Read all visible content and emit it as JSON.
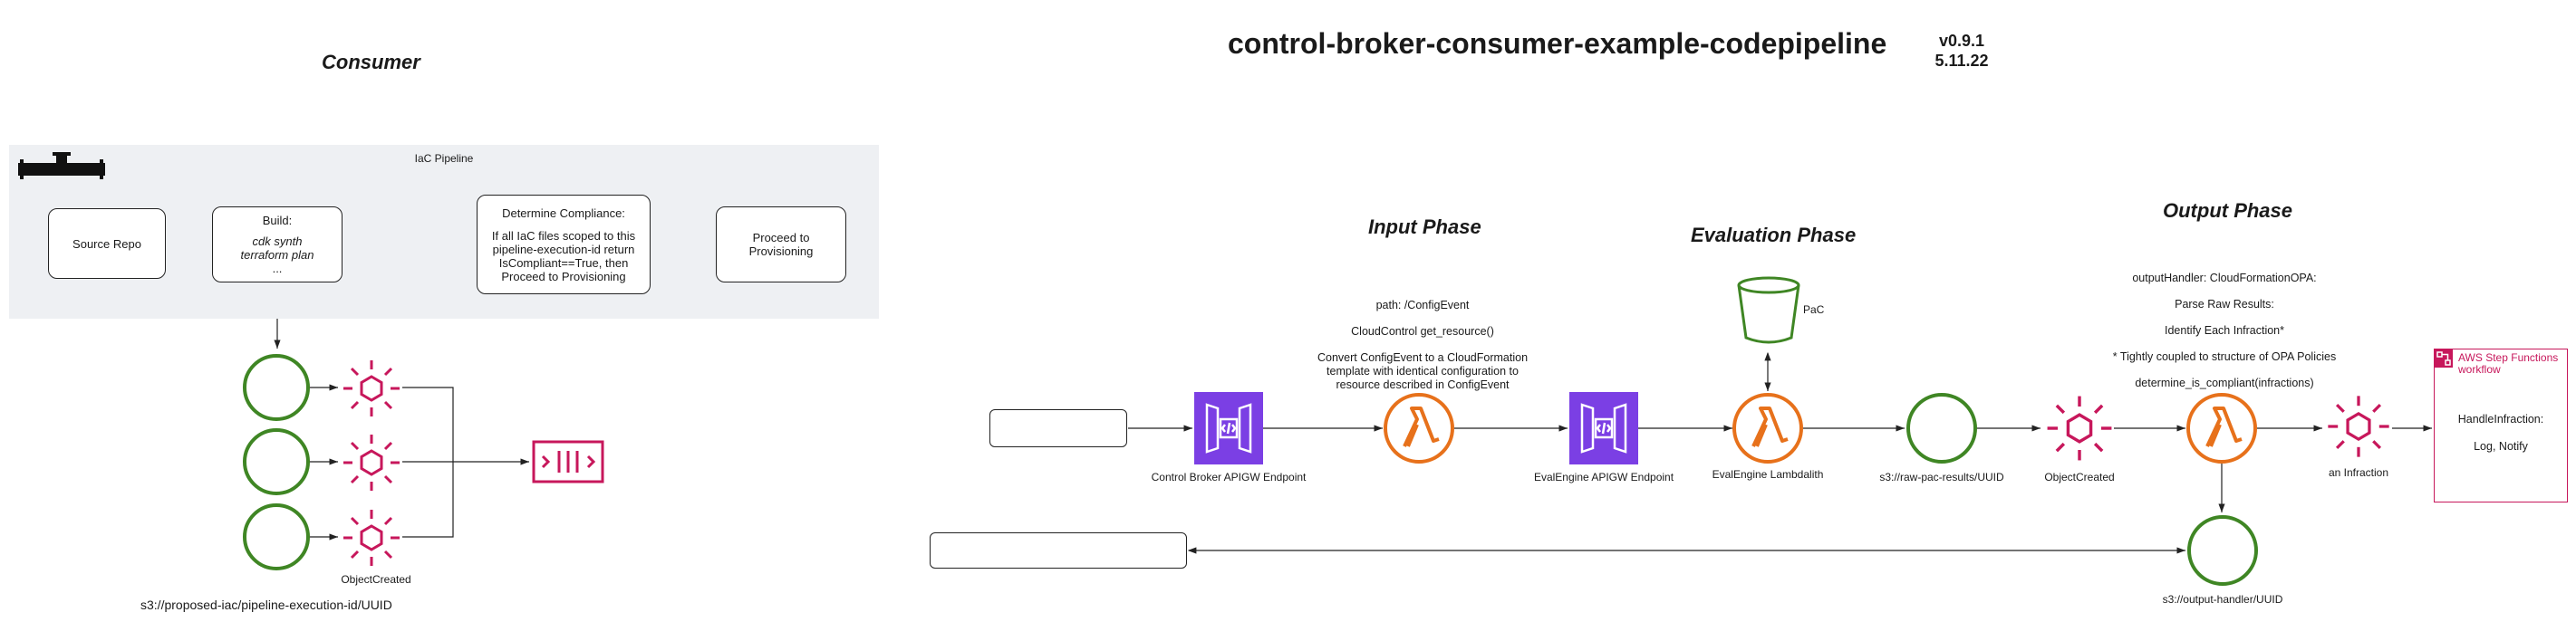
{
  "header": {
    "title": "control-broker-consumer-example-codepipeline",
    "version": "v0.9.1",
    "date": "5.11.22"
  },
  "consumer": {
    "title": "Consumer",
    "pipeline_label": "IaC Pipeline",
    "source_repo": "Source Repo",
    "build_title": "Build:",
    "build_items": [
      "cdk synth",
      "terraform plan",
      "..."
    ],
    "determine_title": "Determine Compliance:",
    "determine_body": "If all IaC files scoped to this pipeline-execution-id return IsCompliant==True, then Proceed to Provisioning",
    "proceed": "Proceed to Provisioning",
    "object_created": "ObjectCreated",
    "bucket_path": "s3://proposed-iac/pipeline-execution-id/UUID"
  },
  "input_phase": {
    "title": "Input Phase",
    "notes": [
      "path: /ConfigEvent",
      "CloudControl get_resource()",
      "Convert ConfigEvent to a CloudFormation template with identical configuration to resource described in ConfigEvent"
    ],
    "endpoint_label": "Control Broker APIGW Endpoint"
  },
  "evaluation_phase": {
    "title": "Evaluation Phase",
    "pac_label": "PaC",
    "endpoint_label": "EvalEngine APIGW Endpoint",
    "lambda_label": "EvalEngine Lambdalith",
    "results_bucket": "s3://raw-pac-results/UUID"
  },
  "output_phase": {
    "title": "Output Phase",
    "object_created": "ObjectCreated",
    "notes": [
      "outputHandler: CloudFormationOPA:",
      "Parse Raw Results:",
      "Identify Each Infraction*",
      "* Tightly coupled to structure of OPA Policies",
      "determine_is_compliant(infractions)"
    ],
    "infraction_label": "an Infraction",
    "output_bucket": "s3://output-handler/UUID"
  },
  "step_functions": {
    "title": "AWS Step Functions workflow",
    "body_line1": "HandleInfraction:",
    "body_line2": "Log, Notify"
  },
  "colors": {
    "green": "#3f8624",
    "orange": "#e7711b",
    "pink": "#c7175b",
    "purple": "#7b3fe4",
    "panel": "#eef0f3"
  }
}
